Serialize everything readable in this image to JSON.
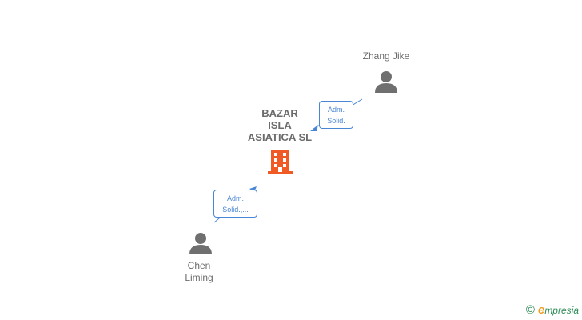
{
  "company": {
    "name": "BAZAR\nISLA\nASIATICA SL",
    "color": "#f05a24"
  },
  "persons": [
    {
      "name": "Zhang Jike"
    },
    {
      "name": "Chen\nLiming"
    }
  ],
  "relations": [
    {
      "line1": "Adm.",
      "line2": "Solid."
    },
    {
      "line1": "Adm.",
      "line2": "Solid.,..."
    }
  ],
  "colors": {
    "person_icon": "#6f6f6f",
    "relation": "#4a86d6",
    "brand": "#2e8b57",
    "brand_accent": "#f29a1c"
  },
  "footer": {
    "copyright_symbol": "©",
    "brand_initial": "e",
    "brand_rest": "mpresia"
  }
}
